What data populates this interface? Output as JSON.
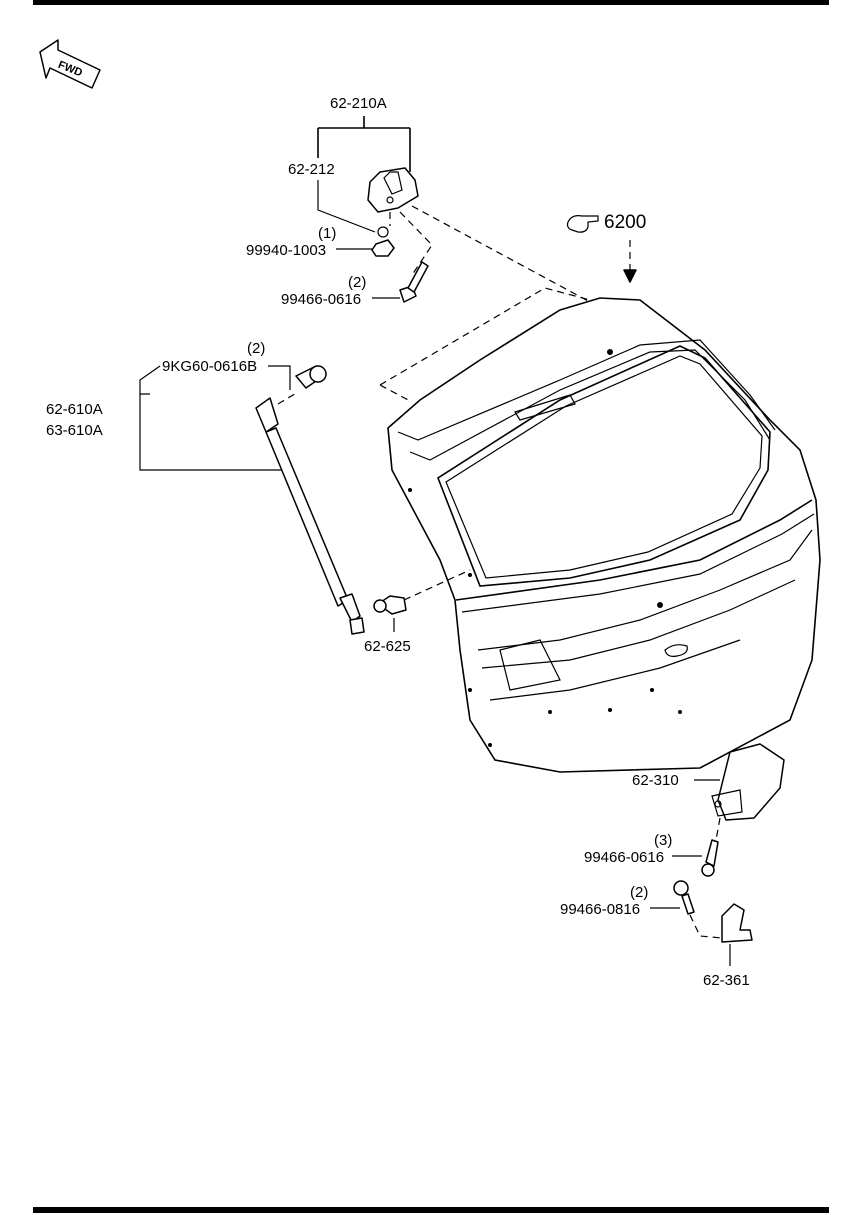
{
  "direction_arrow": {
    "label": "FWD",
    "icon": "fwd-arrow-icon"
  },
  "assembly_ref": {
    "icon": "pointing-hand-icon",
    "number": "6200"
  },
  "callouts": {
    "hinge_assembly": {
      "part": "62-210A"
    },
    "hinge": {
      "part": "62-212"
    },
    "hinge_nut": {
      "qty": "(1)",
      "part": "99940-1003"
    },
    "hinge_bolt": {
      "qty": "(2)",
      "part": "99466-0616"
    },
    "stay_bolt": {
      "qty": "(2)",
      "part": "9KG60-0616B"
    },
    "stay_damper": {
      "part_right": "62-610A",
      "part_left": "63-610A"
    },
    "stay_ball_stud": {
      "part": "62-625"
    },
    "latch": {
      "part": "62-310"
    },
    "latch_bolt": {
      "qty": "(3)",
      "part": "99466-0616"
    },
    "striker_bolt": {
      "qty": "(2)",
      "part": "99466-0816"
    },
    "striker": {
      "part": "62-361"
    }
  }
}
